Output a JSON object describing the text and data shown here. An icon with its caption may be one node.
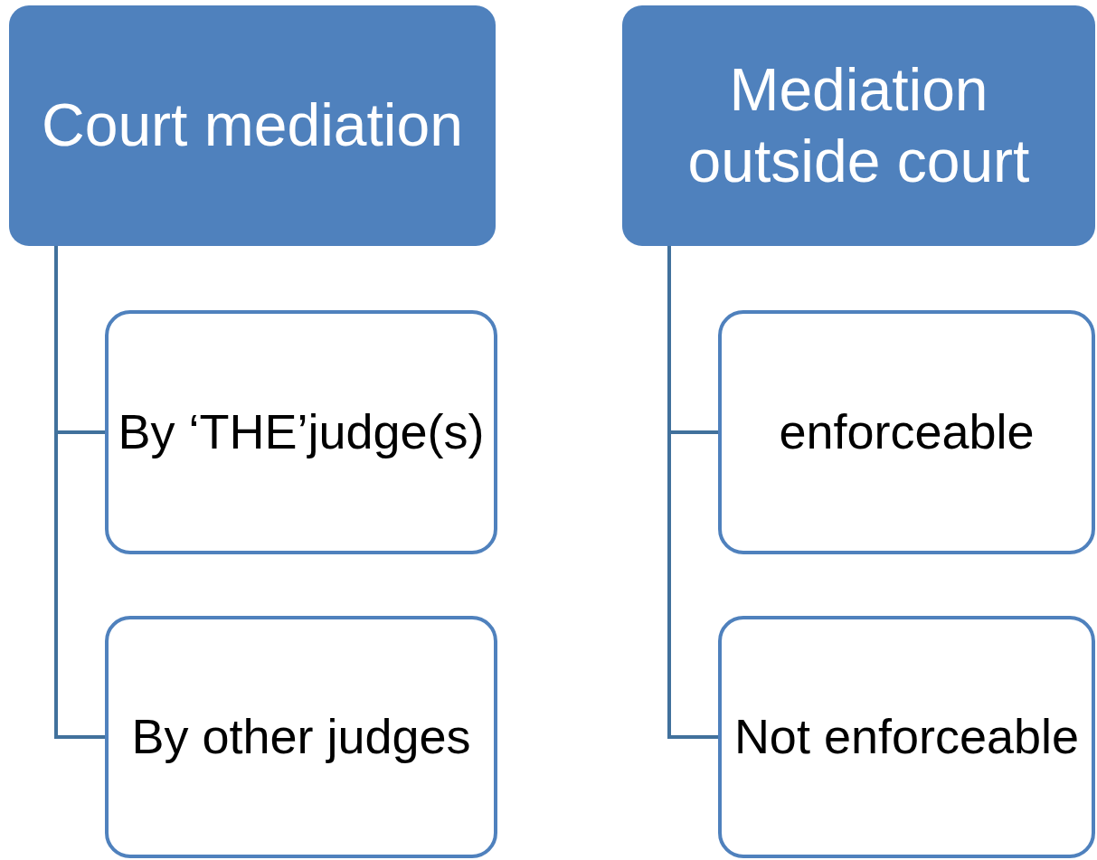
{
  "diagram": {
    "nodes": [
      {
        "text": [
          "Court mediation"
        ]
      },
      {
        "text": [
          "By ‘THE’judge(s)"
        ]
      },
      {
        "text": [
          "By other judges"
        ]
      },
      {
        "text": [
          "Mediation outside court"
        ]
      },
      {
        "text": [
          "enforceable"
        ]
      },
      {
        "text": [
          "Not enforceable"
        ]
      }
    ],
    "edges": [
      {
        "from": 0,
        "to": 1,
        "arrow": "none"
      },
      {
        "from": 0,
        "to": 2,
        "arrow": "none"
      },
      {
        "from": 3,
        "to": 4,
        "arrow": "none"
      },
      {
        "from": 3,
        "to": 5,
        "arrow": "none"
      }
    ]
  }
}
